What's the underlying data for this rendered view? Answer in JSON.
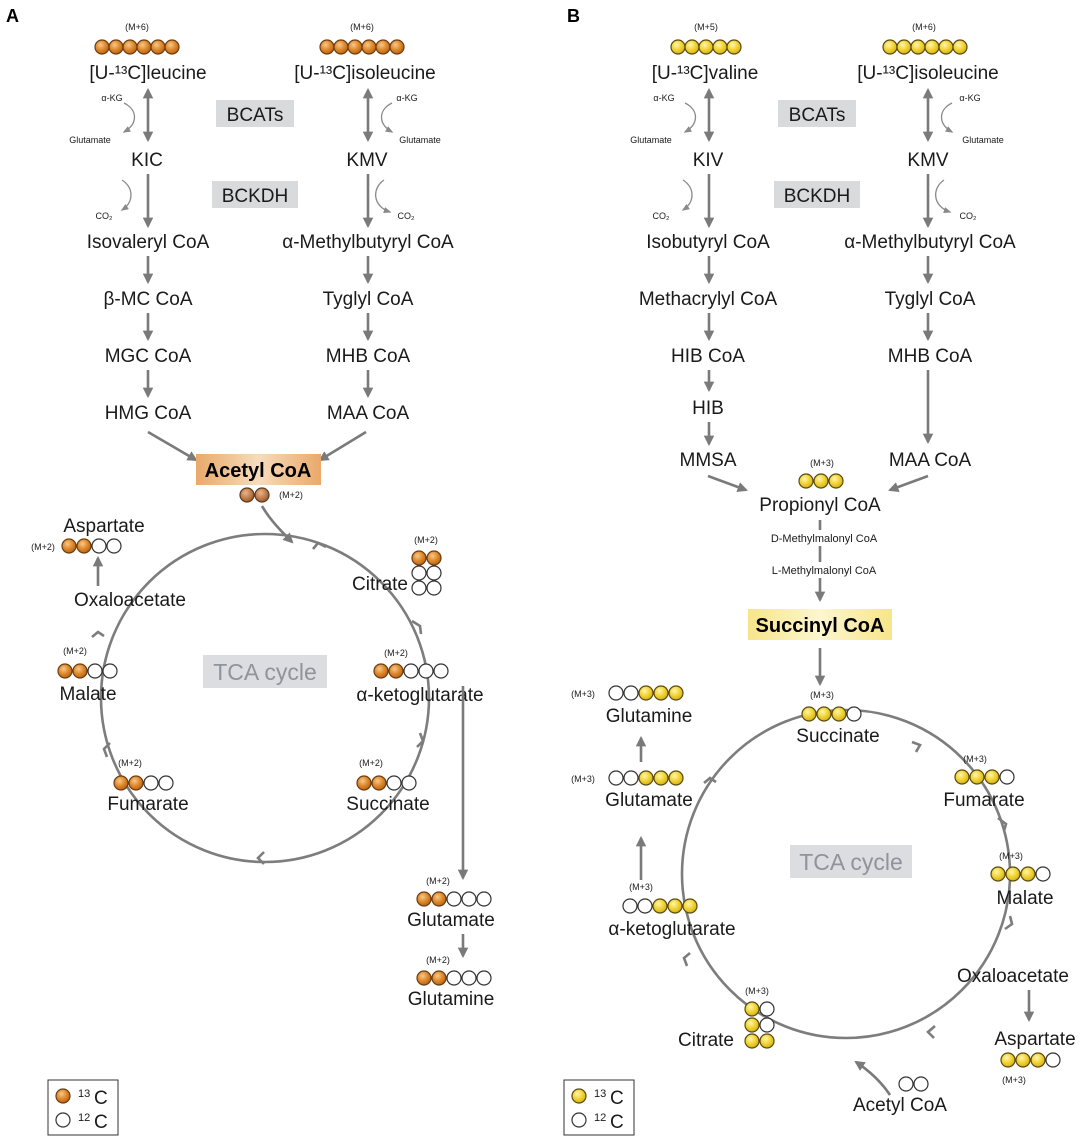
{
  "panels": {
    "a": {
      "letter": "A",
      "enzymes": {
        "bcats": "BCATs",
        "bckdh": "BCKDH"
      },
      "leucine_path": {
        "substrate": "[U-¹³C]leucine",
        "label": "(M+6)",
        "cofactor_in": "α-KG",
        "cofactor_out": "Glutamate",
        "keto_acid": "KIC",
        "co2": "CO₂",
        "steps": [
          "Isovaleryl CoA",
          "β-MC CoA",
          "MGC CoA",
          "HMG CoA"
        ]
      },
      "isoleucine_path": {
        "substrate": "[U-¹³C]isoleucine",
        "label": "(M+6)",
        "cofactor_in": "α-KG",
        "cofactor_out": "Glutamate",
        "keto_acid": "KMV",
        "co2": "CO₂",
        "steps": [
          "α-Methylbutyryl CoA",
          "Tyglyl CoA",
          "MHB CoA",
          "MAA CoA"
        ]
      },
      "product": {
        "name": "Acetyl CoA",
        "label": "(M+2)"
      },
      "tca_label": "TCA cycle",
      "metabolites": {
        "citrate": {
          "name": "Citrate",
          "label": "(M+2)"
        },
        "akg": {
          "name": "α-ketoglutarate",
          "label": "(M+2)"
        },
        "succinate": {
          "name": "Succinate",
          "label": "(M+2)"
        },
        "fumarate": {
          "name": "Fumarate",
          "label": "(M+2)"
        },
        "malate": {
          "name": "Malate",
          "label": "(M+2)"
        },
        "oxaloacetate": {
          "name": "Oxaloacetate"
        },
        "aspartate": {
          "name": "Aspartate",
          "label": "(M+2)"
        },
        "glutamate": {
          "name": "Glutamate",
          "label": "(M+2)"
        },
        "glutamine": {
          "name": "Glutamine",
          "label": "(M+2)"
        }
      },
      "legend": {
        "c13": "13",
        "c12": "12",
        "element": "C"
      }
    },
    "b": {
      "letter": "B",
      "enzymes": {
        "bcats": "BCATs",
        "bckdh": "BCKDH"
      },
      "valine_path": {
        "substrate": "[U-¹³C]valine",
        "label": "(M+5)",
        "cofactor_in": "α-KG",
        "cofactor_out": "Glutamate",
        "keto_acid": "KIV",
        "co2": "CO₂",
        "steps": [
          "Isobutyryl CoA",
          "Methacrylyl CoA",
          "HIB CoA",
          "HIB",
          "MMSA"
        ]
      },
      "isoleucine_path": {
        "substrate": "[U-¹³C]isoleucine",
        "label": "(M+6)",
        "cofactor_in": "α-KG",
        "cofactor_out": "Glutamate",
        "keto_acid": "KMV",
        "co2": "CO₂",
        "steps": [
          "α-Methylbutyryl CoA",
          "Tyglyl CoA",
          "MHB CoA",
          "MAA CoA"
        ]
      },
      "propionyl": {
        "name": "Propionyl CoA",
        "label": "(M+3)"
      },
      "intermediates": [
        "D-Methylmalonyl CoA",
        "L-Methylmalonyl CoA"
      ],
      "product": {
        "name": "Succinyl CoA"
      },
      "tca_label": "TCA cycle",
      "metabolites": {
        "succinate": {
          "name": "Succinate",
          "label": "(M+3)"
        },
        "fumarate": {
          "name": "Fumarate",
          "label": "(M+3)"
        },
        "malate": {
          "name": "Malate",
          "label": "(M+3)"
        },
        "oxaloacetate": {
          "name": "Oxaloacetate"
        },
        "aspartate": {
          "name": "Aspartate",
          "label": "(M+3)"
        },
        "acetyl": {
          "name": "Acetyl CoA"
        },
        "citrate": {
          "name": "Citrate",
          "label": "(M+3)"
        },
        "akg": {
          "name": "α-ketoglutarate",
          "label": "(M+3)"
        },
        "glutamate": {
          "name": "Glutamate",
          "label": "(M+3)"
        },
        "glutamine": {
          "name": "Glutamine",
          "label": "(M+3)"
        }
      },
      "legend": {
        "c13": "13",
        "c12": "12",
        "element": "C"
      }
    }
  },
  "colors": {
    "c13_orange": "#e08a2c",
    "c13_yellow": "#f2d434",
    "acetyl_highlight": "#f0c79a",
    "succinyl_highlight": "#fbf0b4",
    "arrow": "#7a7a7a",
    "enzyme_box": "#d9dadc"
  }
}
